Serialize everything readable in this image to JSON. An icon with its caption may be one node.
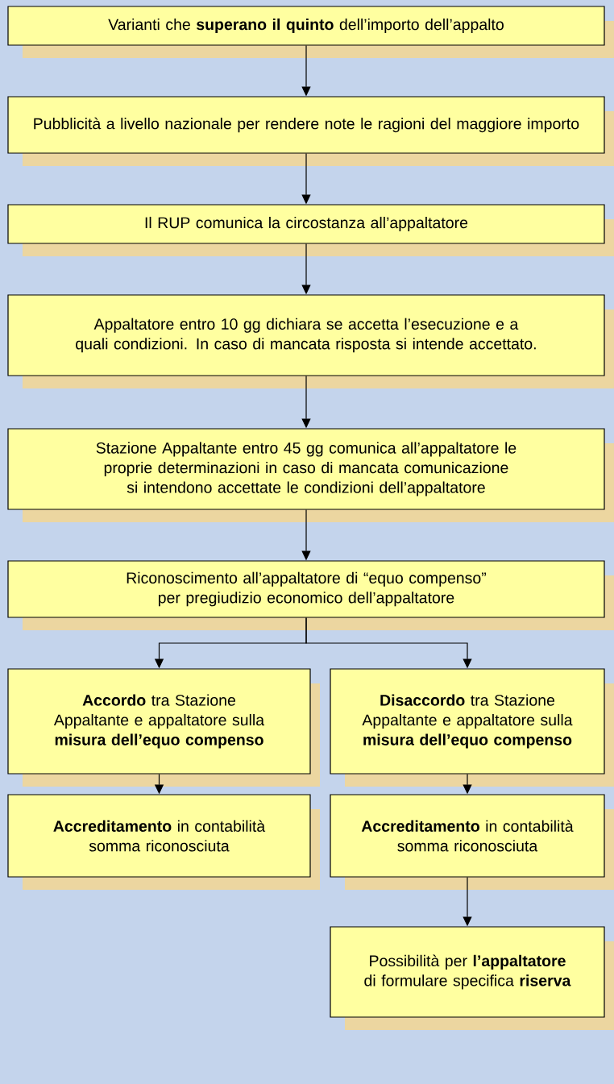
{
  "diagram": {
    "nodes": [
      {
        "text": [
          "Varianti che **superano il quinto** dell’importo dell’appalto"
        ]
      },
      {
        "text": [
          "Pubblicità a livello nazionale per rendere note le ragioni del maggiore importo"
        ]
      },
      {
        "text": [
          "Il RUP comunica la circostanza all’appaltatore"
        ]
      },
      {
        "text": [
          "Appaltatore entro 10 gg dichiara se accetta l’esecuzione e a quali condizioni. In caso di mancata risposta si intende accettato."
        ]
      },
      {
        "text": [
          "Stazione Appaltante entro 45 gg comunica all’appaltatore le proprie determinazioni in caso di mancata comunicazione si intendono accettate le condizioni dell’appaltatore"
        ]
      },
      {
        "text": [
          "Riconoscimento all’appaltatore di “equo compenso” per pregiudizio economico dell’appaltatore"
        ]
      },
      {
        "text": [
          "**Accordo** tra Stazione Appaltante e appaltatore sulla **misura dell’equo compenso**"
        ]
      },
      {
        "text": [
          "**Disaccordo** tra Stazione Appaltante e appaltatore sulla **misura dell’equo compenso**"
        ]
      },
      {
        "text": [
          "**Accreditamento** in contabilità somma riconosciuta"
        ]
      },
      {
        "text": [
          "**Accreditamento** in contabilità somma riconosciuta"
        ]
      },
      {
        "text": [
          "Possibilità per **l’appaltatore** di formulare specifica **riserva**"
        ]
      }
    ],
    "edges": [
      {
        "from": 0,
        "to": 1,
        "arrow": "to"
      },
      {
        "from": 1,
        "to": 2,
        "arrow": "to"
      },
      {
        "from": 2,
        "to": 3,
        "arrow": "to"
      },
      {
        "from": 3,
        "to": 4,
        "arrow": "to"
      },
      {
        "from": 4,
        "to": 5,
        "arrow": "to"
      },
      {
        "from": 5,
        "to": 6,
        "arrow": "to"
      },
      {
        "from": 5,
        "to": 7,
        "arrow": "to"
      },
      {
        "from": 6,
        "to": 8,
        "arrow": "to"
      },
      {
        "from": 7,
        "to": 9,
        "arrow": "to"
      },
      {
        "from": 9,
        "to": 10,
        "arrow": "to"
      }
    ]
  }
}
